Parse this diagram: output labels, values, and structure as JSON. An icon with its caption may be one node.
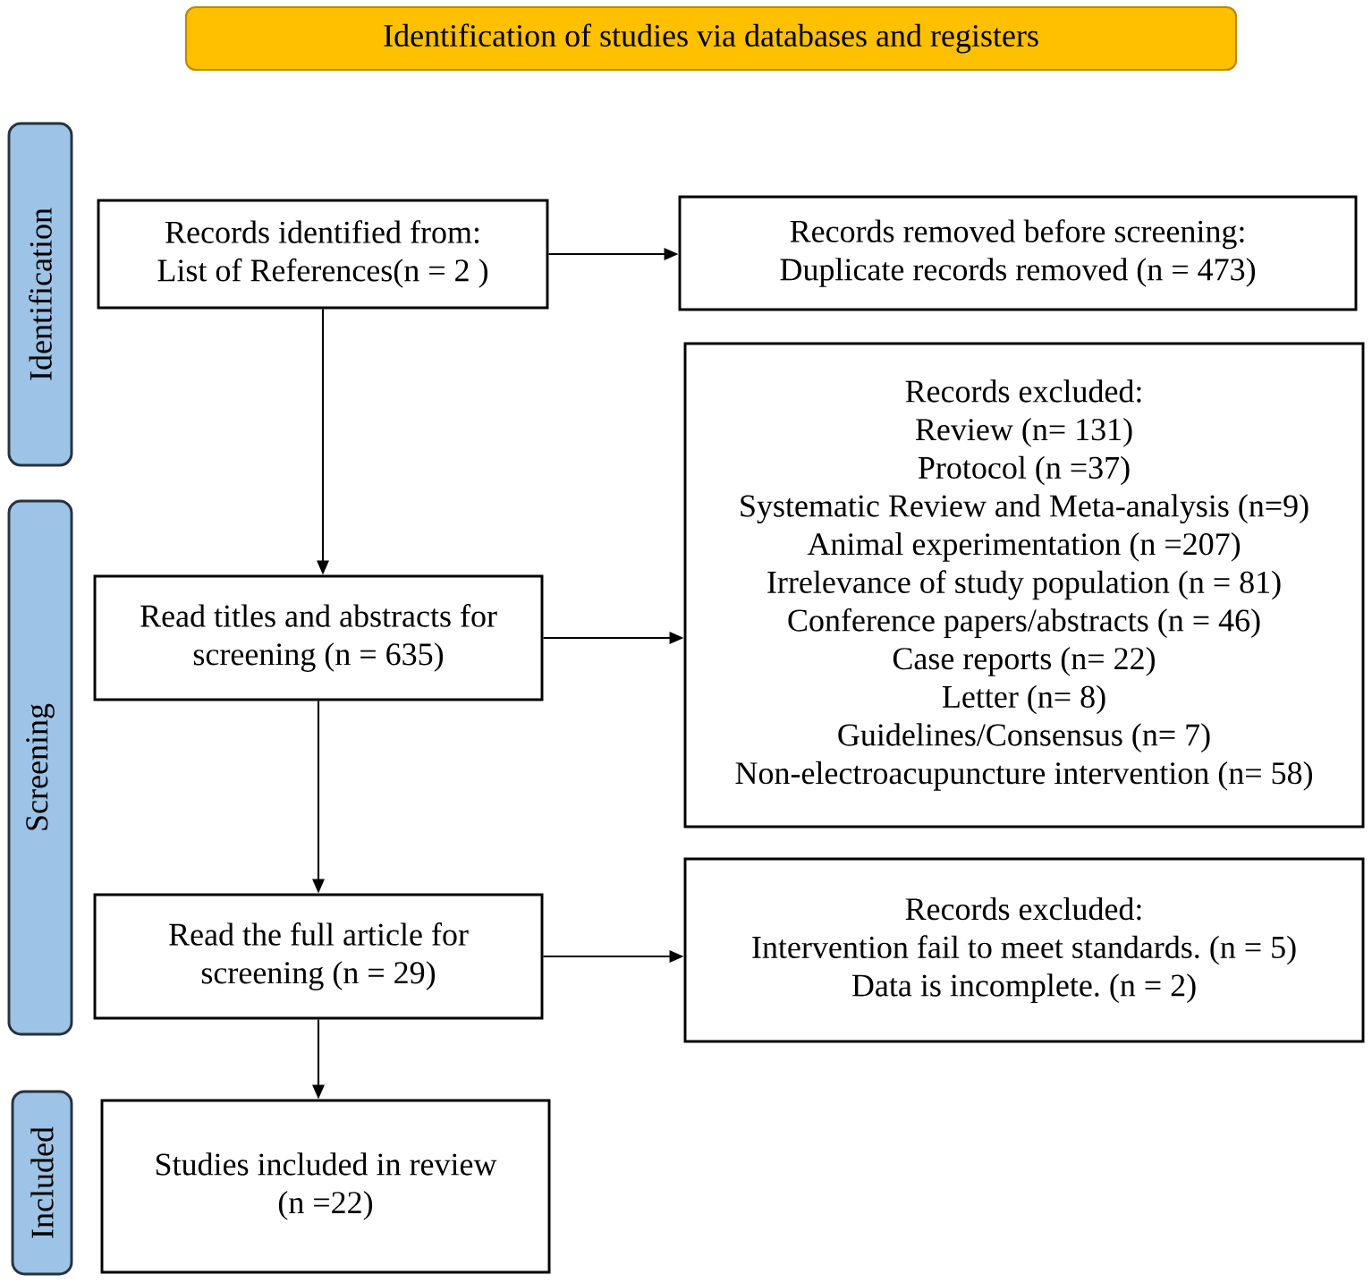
{
  "diagram": {
    "nodes": [
      {
        "text": [
          "Identification of studies via databases and registers"
        ]
      },
      {
        "text": [
          "Identification"
        ]
      },
      {
        "text": [
          "Screening"
        ]
      },
      {
        "text": [
          "Included"
        ]
      },
      {
        "text": [
          "Records identified from:",
          "List of References(n = 2 )"
        ]
      },
      {
        "text": [
          "Records removed before screening:",
          "Duplicate records removed (n = 473)"
        ]
      },
      {
        "text": [
          "Read titles and abstracts for screening (n = 635)"
        ]
      },
      {
        "text": [
          "Records excluded:",
          "Review (n= 131)",
          "Protocol (n =37)",
          "Systematic Review and Meta-analysis (n=9)",
          "Animal experimentation (n =207)",
          "Irrelevance of study population (n = 81)",
          "Conference papers/abstracts (n = 46)",
          "Case reports (n= 22)",
          "Letter (n= 8)",
          "Guidelines/Consensus (n= 7)",
          "Non-electroacupuncture intervention (n= 58)"
        ]
      },
      {
        "text": [
          "Read the full article for screening (n = 29)"
        ]
      },
      {
        "text": [
          "Records excluded:",
          "Intervention fail to meet standards. (n = 5)",
          "Data is incomplete. (n = 2)"
        ]
      },
      {
        "text": [
          "Studies included in review (n =22)"
        ]
      }
    ],
    "edges": [
      {
        "from": 4,
        "to": 5,
        "arrow": "to"
      },
      {
        "from": 4,
        "to": 6,
        "arrow": "to"
      },
      {
        "from": 6,
        "to": 7,
        "arrow": "to"
      },
      {
        "from": 6,
        "to": 8,
        "arrow": "to"
      },
      {
        "from": 8,
        "to": 9,
        "arrow": "to"
      },
      {
        "from": 8,
        "to": 10,
        "arrow": "to"
      }
    ]
  }
}
